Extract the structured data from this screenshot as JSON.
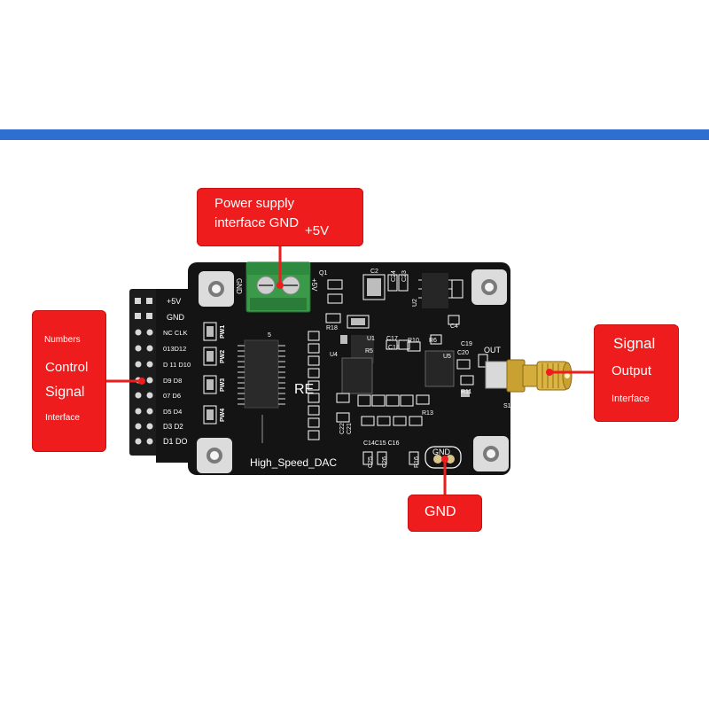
{
  "banner_color": "#2f6fd1",
  "callout_color": "#ee1c1c",
  "callouts": {
    "power": {
      "line1": "Power supply",
      "line2": "interface GND",
      "line3": "+5V"
    },
    "signal_in": {
      "line1": "Numbers",
      "line2": "Control",
      "line3": "Signal",
      "line4": "Interface"
    },
    "signal_out": {
      "line1": "Signal",
      "line2": "Output",
      "line3": "Interface"
    },
    "gnd": {
      "label": "GND"
    }
  },
  "board": {
    "title": "RE",
    "name": "High_Speed_DAC",
    "pins": {
      "p5v": "+5V",
      "gnd": "GND",
      "rows": [
        "NC CLK",
        "013D12",
        "D 11 D10",
        "D9 D8",
        "07 D6",
        "D5 D4",
        "D3 D2",
        "D1 DO"
      ],
      "pw": [
        "PW1",
        "PW2",
        "PW3",
        "PW4"
      ]
    },
    "terminal": {
      "left": "GND",
      "right": "+5V"
    },
    "out_label": "OUT",
    "gnd_pad": "GND",
    "chip_pin": "5",
    "silk": {
      "q1": "Q1",
      "c2": "C2",
      "c24": "C24",
      "c23": "C23",
      "r18": "R18",
      "u1": "U1",
      "c17": "C17",
      "c18": "C18",
      "r10": "R10",
      "r6": "R6",
      "c4": "C4",
      "u4": "U4",
      "r5": "R5",
      "u5": "U5",
      "c19": "C19",
      "c20": "C20",
      "r11": "R11",
      "s1": "S1",
      "r13": "R13",
      "c22": "C22",
      "c21": "C21",
      "c14": "C14C15 C16",
      "c25": "C25",
      "c26": "C26",
      "r16": "R16",
      "u2": "U2"
    }
  }
}
